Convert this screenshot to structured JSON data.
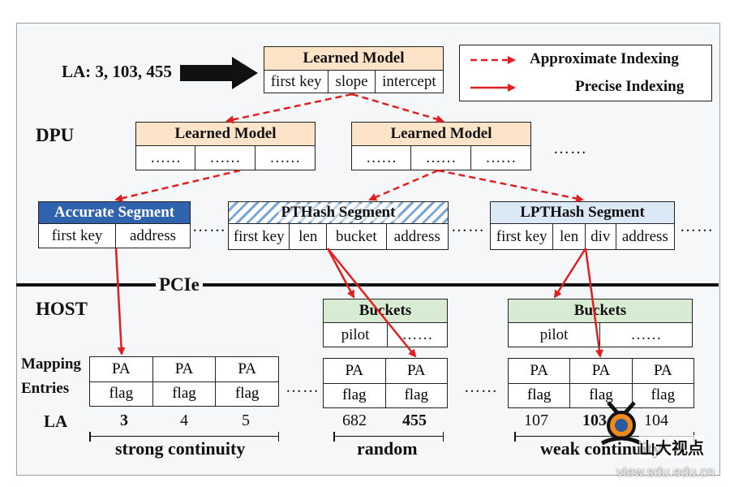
{
  "la_input": "LA: 3, 103, 455",
  "legend": {
    "approx": "Approximate Indexing",
    "precise": "Precise Indexing"
  },
  "labels": {
    "dpu": "DPU",
    "host": "HOST",
    "pcie": "PCIe",
    "mapping_entries": "Mapping\nEntries",
    "la": "LA"
  },
  "root_model": {
    "title": "Learned Model",
    "fields": [
      "first key",
      "slope",
      "intercept"
    ]
  },
  "mid_models": [
    {
      "title": "Learned Model",
      "fields": [
        "……",
        "……",
        "……"
      ]
    },
    {
      "title": "Learned Model",
      "fields": [
        "……",
        "……",
        "……"
      ]
    }
  ],
  "ellipsis": "……",
  "row_dots": "……",
  "segments": [
    {
      "title": "Accurate Segment",
      "fields": [
        "first key",
        "address"
      ]
    },
    {
      "title": "PTHash Segment",
      "fields": [
        "first key",
        "len",
        "bucket",
        "address"
      ]
    },
    {
      "title": "LPTHash Segment",
      "fields": [
        "first key",
        "len",
        "div",
        "address"
      ]
    }
  ],
  "buckets": [
    {
      "title": "Buckets",
      "fields": [
        "pilot",
        "……"
      ]
    },
    {
      "title": "Buckets",
      "fields": [
        "pilot",
        "……"
      ]
    }
  ],
  "mapping_groups": [
    {
      "cells": [
        [
          "PA",
          "flag"
        ],
        [
          "PA",
          "flag"
        ],
        [
          "PA",
          "flag"
        ]
      ],
      "las": [
        "3",
        "4",
        "5"
      ],
      "bold_index": 0,
      "caption": "strong continuity"
    },
    {
      "cells": [
        [
          "PA",
          "flag"
        ],
        [
          "PA",
          "flag"
        ]
      ],
      "las": [
        "682",
        "455"
      ],
      "bold_index": 1,
      "caption": "random"
    },
    {
      "cells": [
        [
          "PA",
          "flag"
        ],
        [
          "PA",
          "flag"
        ],
        [
          "PA",
          "flag"
        ]
      ],
      "las": [
        "107",
        "103",
        "104"
      ],
      "bold_index": 1,
      "caption": "weak continuity"
    }
  ],
  "watermark": {
    "brand": "山大视点",
    "url": "view.sdu.edu.cn"
  },
  "colors": {
    "arrow_red": "#e02020",
    "peach": "#fde3c8",
    "blue": "#2f63ad",
    "lightblue": "#dbe8f6",
    "green": "#d8ebd3"
  }
}
